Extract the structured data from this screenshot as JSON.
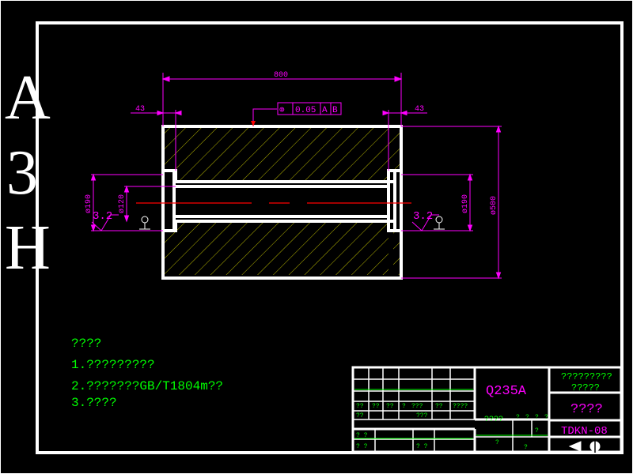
{
  "sheet": {
    "size_code": [
      "A",
      "3",
      "H"
    ],
    "background": "#000000",
    "frame_color": "#ffffff"
  },
  "drawing": {
    "dims": {
      "overall_length": "800",
      "shoulder_left": "43",
      "shoulder_right": "43",
      "bore_dia_left": "ø190",
      "inner_dia": "ø120",
      "bore_dia_right": "ø190",
      "outer_dia": "ø500"
    },
    "geo_tolerance": {
      "symbol": "⊚",
      "value": "0.05",
      "datum_a": "A",
      "datum_b": "B"
    },
    "roughness_left": "3.2",
    "roughness_right": "3.2",
    "colors": {
      "dimension": "#ff00ff",
      "outline": "#ffffff",
      "hatch": "#ffff00",
      "centerline": "#ff0000",
      "text": "#00ff00"
    }
  },
  "notes": {
    "title": "????",
    "items": [
      "1.?????????",
      "2.???????GB/T1804m??",
      "3.????"
    ]
  },
  "title_block": {
    "material": "Q235A",
    "company": [
      "?????????",
      "?????"
    ],
    "part_name": "????",
    "drawing_no": "TDKN-08",
    "row_labels": [
      "??",
      "??",
      "??",
      "?",
      "???",
      "??",
      "????"
    ],
    "process_labels": [
      "??",
      "???"
    ],
    "scale_label": "????",
    "scale_cells": [
      "?",
      "?",
      "?",
      "?",
      "?",
      "?"
    ],
    "bottom_left": [
      "? ?",
      "? ?",
      "? ?"
    ],
    "bottom_mid": [
      "? ?",
      "? ?"
    ],
    "sheet_cells": [
      "?",
      "?",
      "?"
    ]
  }
}
